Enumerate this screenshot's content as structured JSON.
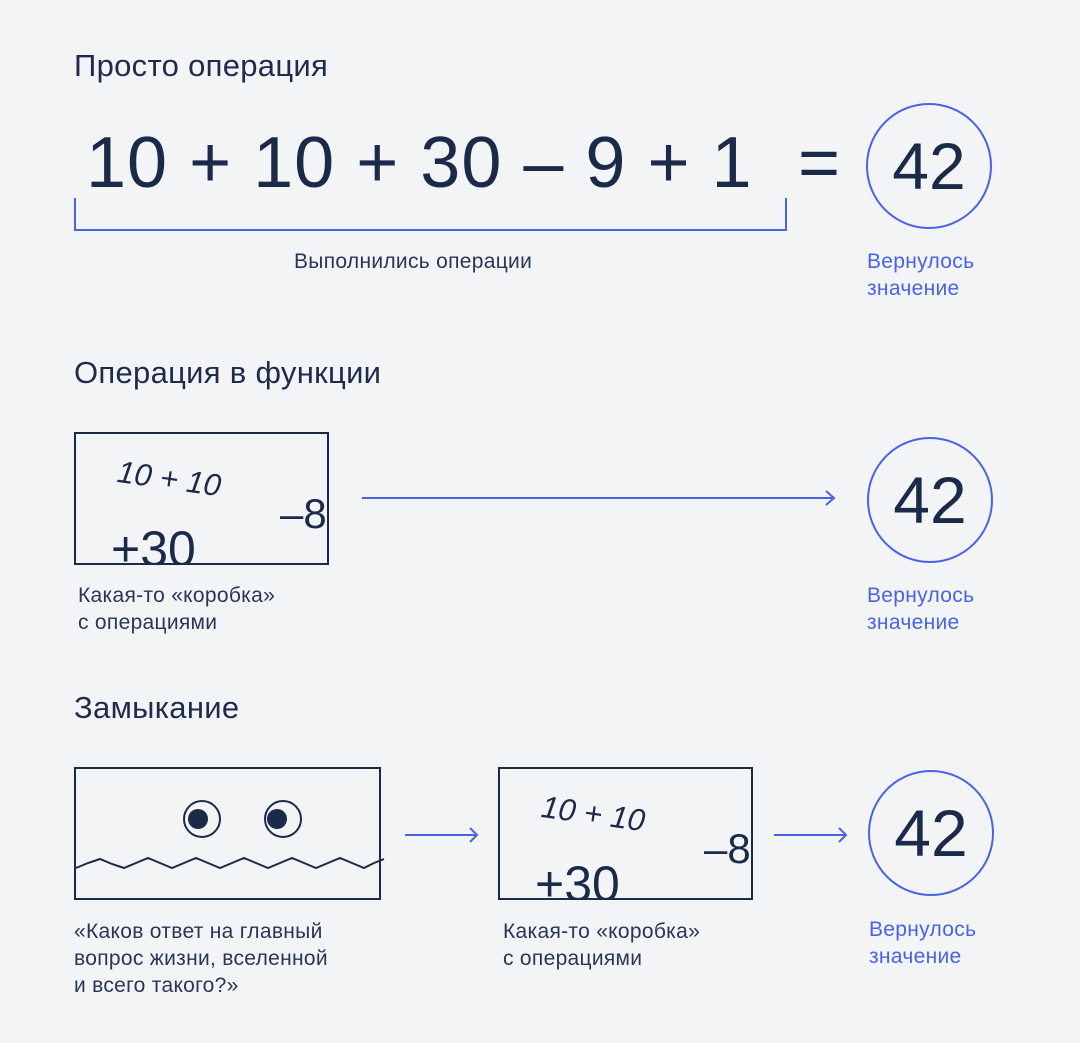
{
  "sections": [
    {
      "title": "Просто операция",
      "equation": "10 + 10 + 30 – 9 + 1",
      "equals": "=",
      "result": "42",
      "bracket_caption": "Выполнились операции",
      "result_caption": "Вернулось\nзначение"
    },
    {
      "title": "Операция в функции",
      "box": {
        "fragment_top": "10 + 10",
        "fragment_bottom": "+30",
        "fragment_right": "–8"
      },
      "box_caption": "Какая-то «коробка»\nс операциями",
      "result": "42",
      "result_caption": "Вернулось\nзначение"
    },
    {
      "title": "Замыкание",
      "question_box_caption": "«Каков ответ на главный\nвопрос жизни, вселенной\nи всего такого?»",
      "box": {
        "fragment_top": "10 + 10",
        "fragment_bottom": "+30",
        "fragment_right": "–8"
      },
      "box_caption": "Какая-то «коробка»\nс операциями",
      "result": "42",
      "result_caption": "Вернулось\nзначение"
    }
  ],
  "colors": {
    "background": "#f3f4f6",
    "ink": "#1c2a4a",
    "accent": "#4a63e6"
  }
}
